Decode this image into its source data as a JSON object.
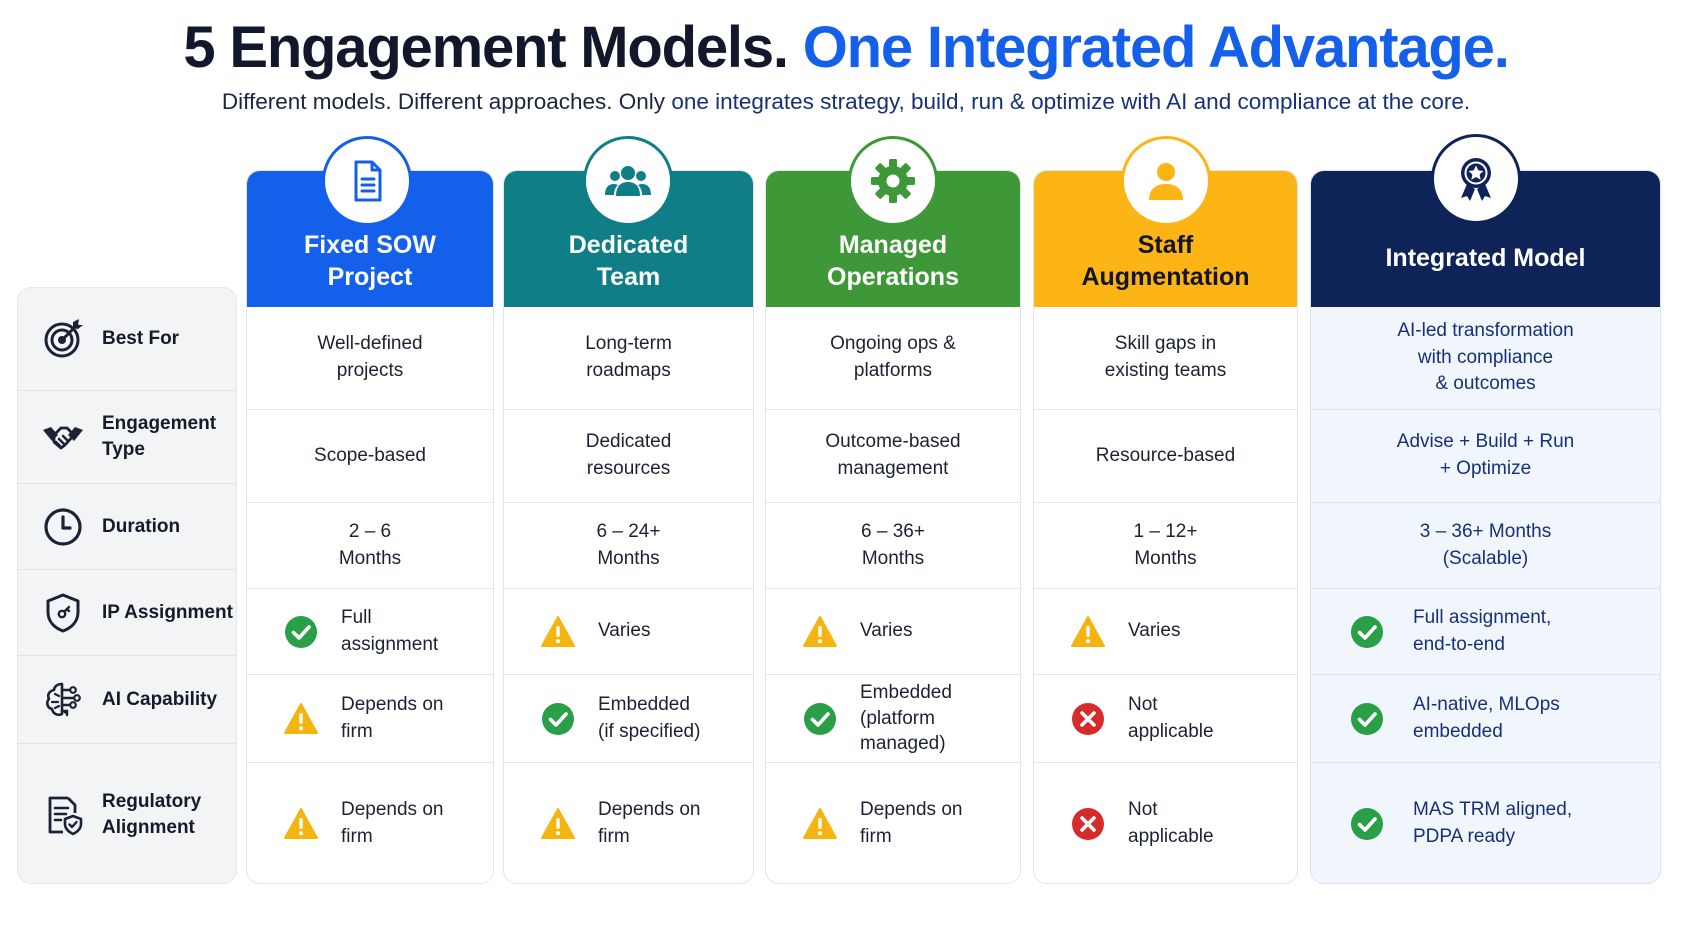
{
  "header": {
    "title_main": "5 Engagement Models.",
    "title_accent": "One Integrated Advantage.",
    "subtitle_part1": "Different models. Different approaches. Only ",
    "subtitle_highlight": "one integrates strategy, build, run & optimize with AI and compliance at the core."
  },
  "colors": {
    "fixed_sow": "#1560ea",
    "dedicated_team": "#0f7e86",
    "managed_operations": "#3e9838",
    "staff_augmentation": "#fdb515",
    "integrated_model": "#0e2458",
    "check": "#2b9e48",
    "warning": "#f5b40f",
    "cross": "#d62b2b"
  },
  "rows": [
    {
      "label": "Best For",
      "icon": "target-icon"
    },
    {
      "label": "Engagement\nType",
      "icon": "handshake-icon"
    },
    {
      "label": "Duration",
      "icon": "clock-icon"
    },
    {
      "label": "IP Assignment",
      "icon": "shield-icon"
    },
    {
      "label": "AI Capability",
      "icon": "ai-brain-icon"
    },
    {
      "label": "Regulatory\nAlignment",
      "icon": "document-shield-icon"
    }
  ],
  "models": [
    {
      "key": "fixed-sow",
      "title": "Fixed SOW\nProject",
      "icon": "document-icon",
      "best_for": "Well-defined\nprojects",
      "engagement_type": "Scope-based",
      "duration": "2 – 6\nMonths",
      "ip_assignment": {
        "status": "check",
        "text": "Full\nassignment"
      },
      "ai_capability": {
        "status": "warning",
        "text": "Depends on\nfirm"
      },
      "regulatory": {
        "status": "warning",
        "text": "Depends on\nfirm"
      }
    },
    {
      "key": "dedicated-team",
      "title": "Dedicated\nTeam",
      "icon": "team-icon",
      "best_for": "Long-term\nroadmaps",
      "engagement_type": "Dedicated\nresources",
      "duration": "6 – 24+\nMonths",
      "ip_assignment": {
        "status": "warning",
        "text": "Varies"
      },
      "ai_capability": {
        "status": "check",
        "text": "Embedded\n(if specified)"
      },
      "regulatory": {
        "status": "warning",
        "text": "Depends on\nfirm"
      }
    },
    {
      "key": "managed-operations",
      "title": "Managed\nOperations",
      "icon": "gear-icon",
      "best_for": "Ongoing ops &\nplatforms",
      "engagement_type": "Outcome-based\nmanagement",
      "duration": "6 – 36+\nMonths",
      "ip_assignment": {
        "status": "warning",
        "text": "Varies"
      },
      "ai_capability": {
        "status": "check",
        "text": "Embedded\n(platform\nmanaged)"
      },
      "regulatory": {
        "status": "warning",
        "text": "Depends on\nfirm"
      }
    },
    {
      "key": "staff-augmentation",
      "title": "Staff\nAugmentation",
      "icon": "person-icon",
      "best_for": "Skill gaps in\nexisting teams",
      "engagement_type": "Resource-based",
      "duration": "1 – 12+\nMonths",
      "ip_assignment": {
        "status": "warning",
        "text": "Varies"
      },
      "ai_capability": {
        "status": "cross",
        "text": "Not\napplicable"
      },
      "regulatory": {
        "status": "cross",
        "text": "Not\napplicable"
      }
    },
    {
      "key": "integrated-model",
      "title": "Integrated Model",
      "icon": "award-icon",
      "best_for": "AI-led transformation\nwith compliance\n& outcomes",
      "engagement_type": "Advise + Build + Run\n+ Optimize",
      "duration": "3 – 36+ Months\n(Scalable)",
      "ip_assignment": {
        "status": "check",
        "text": "Full assignment,\nend-to-end"
      },
      "ai_capability": {
        "status": "check",
        "text": "AI-native, MLOps\nembedded"
      },
      "regulatory": {
        "status": "check",
        "text": "MAS TRM aligned,\nPDPA ready"
      }
    }
  ]
}
